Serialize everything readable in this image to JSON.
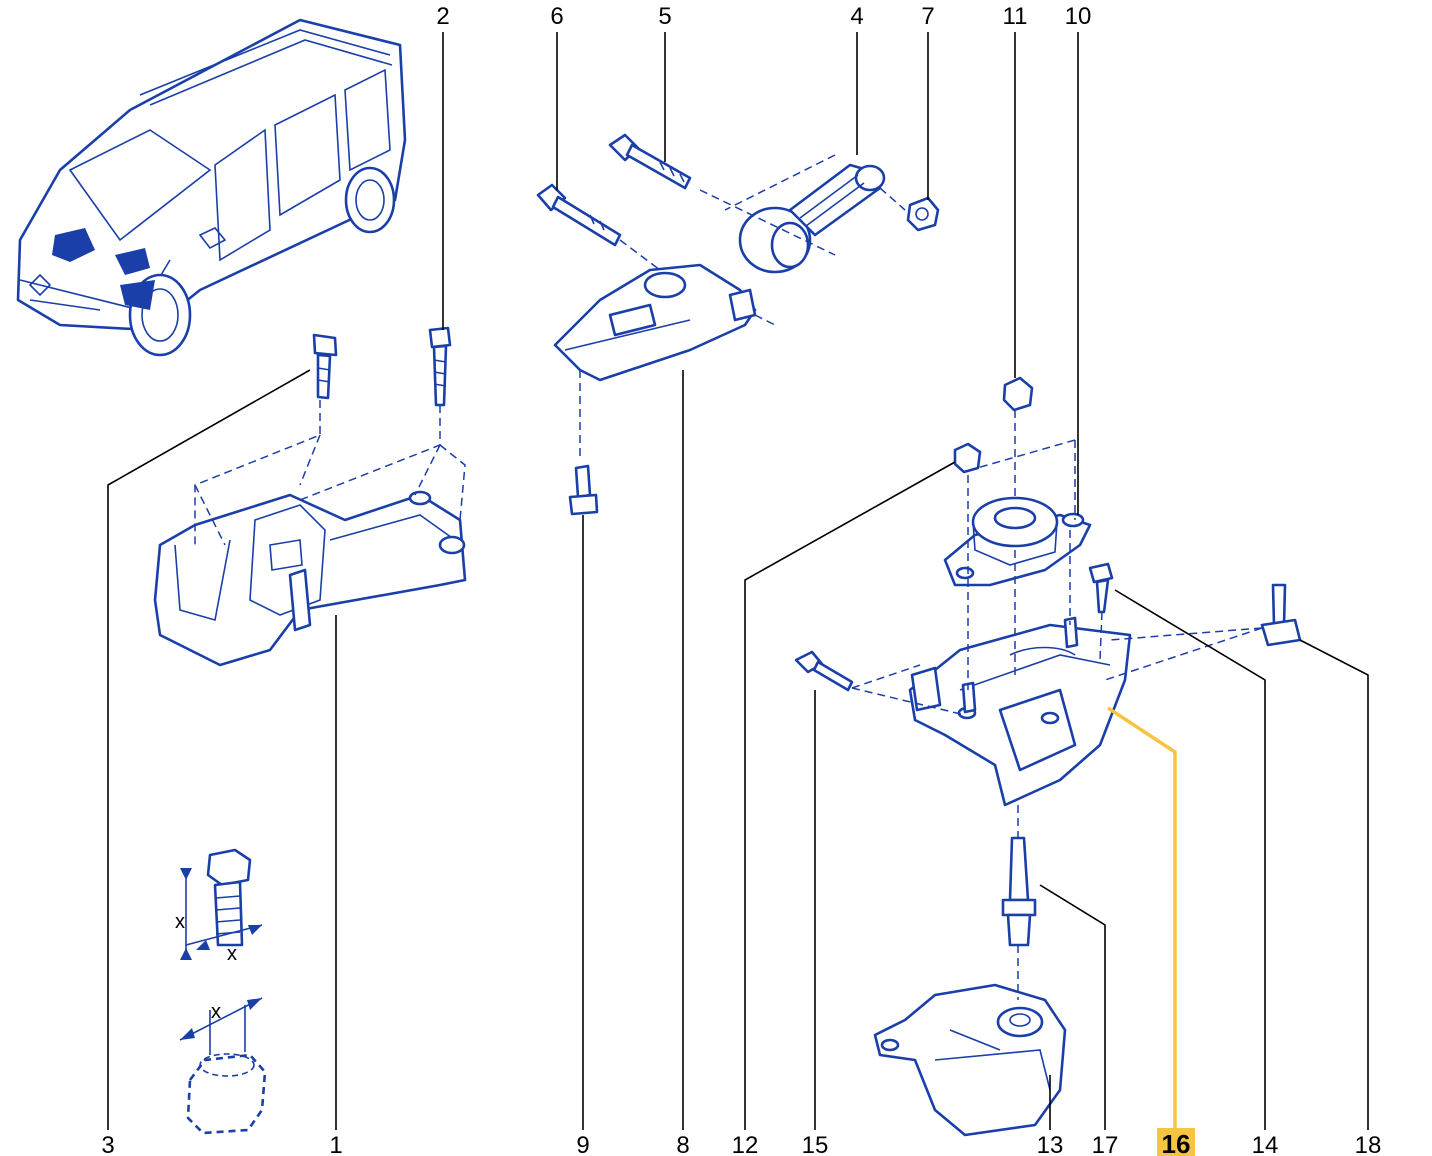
{
  "diagram": {
    "accent_color": "#f5c542",
    "line_color": "#1a3fa8",
    "callouts": {
      "c1": "1",
      "c2": "2",
      "c3": "3",
      "c4": "4",
      "c5": "5",
      "c6": "6",
      "c7": "7",
      "c8": "8",
      "c9": "9",
      "c10": "10",
      "c11": "11",
      "c12": "12",
      "c13": "13",
      "c14": "14",
      "c15": "15",
      "c16": "16",
      "c17": "17",
      "c18": "18"
    },
    "highlighted_callout": "16",
    "detail_labels": {
      "bolt_x": "x",
      "bolt_x_bottom": "x",
      "nut_x": "x"
    }
  }
}
